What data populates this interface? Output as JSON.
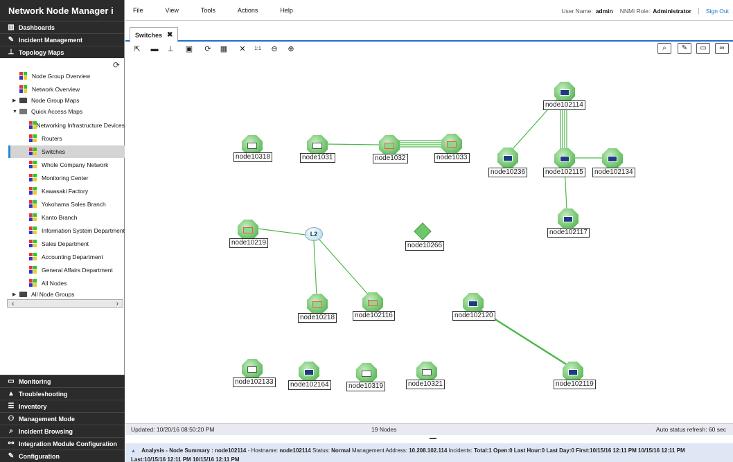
{
  "app": {
    "title": "Network Node Manager i"
  },
  "sidebar": {
    "top_categories": [
      {
        "icon": "dashboard-icon",
        "label": "Dashboards"
      },
      {
        "icon": "wrench-icon",
        "label": "Incident Management"
      },
      {
        "icon": "topology-icon",
        "label": "Topology Maps"
      }
    ],
    "tree": [
      {
        "label": "Node Group Overview",
        "level": 1,
        "type": "map"
      },
      {
        "label": "Network Overview",
        "level": 1,
        "type": "map"
      },
      {
        "label": "Node Group Maps",
        "level": 1,
        "type": "folder",
        "expanded": false
      },
      {
        "label": "Quick Access Maps",
        "level": 1,
        "type": "folder",
        "expanded": true
      },
      {
        "label": "Networking Infrastructure Devices",
        "level": 2,
        "type": "map"
      },
      {
        "label": "Routers",
        "level": 2,
        "type": "map"
      },
      {
        "label": "Switches",
        "level": 2,
        "type": "map",
        "selected": true
      },
      {
        "label": "Whole Company Network",
        "level": 2,
        "type": "map"
      },
      {
        "label": "Monitoring Center",
        "level": 2,
        "type": "map"
      },
      {
        "label": "Kawasaki Factory",
        "level": 2,
        "type": "map"
      },
      {
        "label": "Yokohama Sales Branch",
        "level": 2,
        "type": "map"
      },
      {
        "label": "Kanto Branch",
        "level": 2,
        "type": "map"
      },
      {
        "label": "Information System Department",
        "level": 2,
        "type": "map"
      },
      {
        "label": "Sales Department",
        "level": 2,
        "type": "map"
      },
      {
        "label": "Accounting Department",
        "level": 2,
        "type": "map"
      },
      {
        "label": "General Affairs Department",
        "level": 2,
        "type": "map"
      },
      {
        "label": "All Nodes",
        "level": 2,
        "type": "map"
      },
      {
        "label": "All Node Groups",
        "level": 1,
        "type": "folder",
        "expanded": false
      }
    ],
    "bottom_categories": [
      {
        "icon": "monitor-icon",
        "label": "Monitoring"
      },
      {
        "icon": "warning-icon",
        "label": "Troubleshooting"
      },
      {
        "icon": "inventory-icon",
        "label": "Inventory"
      },
      {
        "icon": "management-mode-icon",
        "label": "Management Mode"
      },
      {
        "icon": "search-icon",
        "label": "Incident Browsing"
      },
      {
        "icon": "integration-icon",
        "label": "Integration Module Configuration"
      },
      {
        "icon": "wrench-icon",
        "label": "Configuration"
      }
    ]
  },
  "menubar": {
    "items": [
      "File",
      "View",
      "Tools",
      "Actions",
      "Help"
    ],
    "user_name_label": "User Name:",
    "user_name": "admin",
    "role_label": "NNMi Role:",
    "role": "Administrator",
    "sign_out": "Sign Out"
  },
  "tab": {
    "label": "Switches"
  },
  "map": {
    "nodes": [
      {
        "name": "node10318"
      },
      {
        "name": "node1031"
      },
      {
        "name": "node1032"
      },
      {
        "name": "node1033"
      },
      {
        "name": "node102114"
      },
      {
        "name": "node10236"
      },
      {
        "name": "node102115"
      },
      {
        "name": "node102134"
      },
      {
        "name": "node102117"
      },
      {
        "name": "node10219"
      },
      {
        "name": "node10266"
      },
      {
        "name": "node10218"
      },
      {
        "name": "node102116"
      },
      {
        "name": "node102120"
      },
      {
        "name": "node102119"
      },
      {
        "name": "node102133"
      },
      {
        "name": "node102164"
      },
      {
        "name": "node10319"
      },
      {
        "name": "node10321"
      }
    ],
    "cloud_label": "L2"
  },
  "status": {
    "updated": "Updated: 10/20/16 08:50:20 PM",
    "nodes": "19 Nodes",
    "refresh": "Auto status refresh: 60 sec"
  },
  "analysis": {
    "title": "Analysis - Node Summary : node102114",
    "hostname_label": "- Hostname:",
    "hostname": "node102114",
    "status_label": "Status:",
    "status": "Normal",
    "mgmt_label": "Management Address:",
    "mgmt": "10.208.102.114",
    "incidents_label": "Incidents:",
    "total": "Total:1",
    "open": "Open:0",
    "last_hour": "Last Hour:0",
    "last_day": "Last Day:0",
    "first": "First:10/15/16 12:11 PM 10/15/16 12:11 PM",
    "last": "Last:10/15/16 12:11 PM 10/15/16 12:11 PM"
  },
  "colors": {
    "accent": "#1b6fd1",
    "node_green": "#6fc56b",
    "link_green": "#4cb84c",
    "sidebar_dark": "#2b2b2b"
  }
}
